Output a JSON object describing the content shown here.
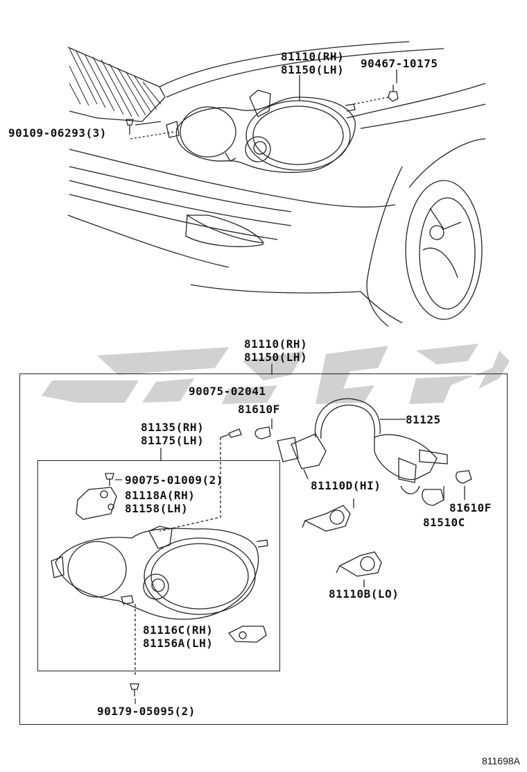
{
  "upper_view": {
    "part_81110_rh": "81110(RH)",
    "part_81150_lh": "81150(LH)",
    "part_90467": "90467-10175",
    "part_90109": "90109-06293(3)"
  },
  "lower_view": {
    "assy_81110_rh": "81110(RH)",
    "assy_81150_lh": "81150(LH)",
    "part_90075_02041": "90075-02041",
    "part_81610f_top": "81610F",
    "part_81125": "81125",
    "part_81135_rh": "81135(RH)",
    "part_81175_lh": "81175(LH)",
    "part_90075_01009": "90075-01009(2)",
    "part_81118a_rh": "81118A(RH)",
    "part_81158_lh": "81158(LH)",
    "part_81110d_hi": "81110D(HI)",
    "part_81610f_right": "81610F",
    "part_81510c": "81510C",
    "part_81110b_lo": "81110B(LO)",
    "part_81116c_rh": "81116C(RH)",
    "part_81156a_lh": "81156A(LH)",
    "part_90179": "90179-05095(2)"
  },
  "diagram_code": "811698A",
  "colors": {
    "line": "#222222",
    "watermark": "#c8c8c8",
    "background": "#ffffff"
  }
}
